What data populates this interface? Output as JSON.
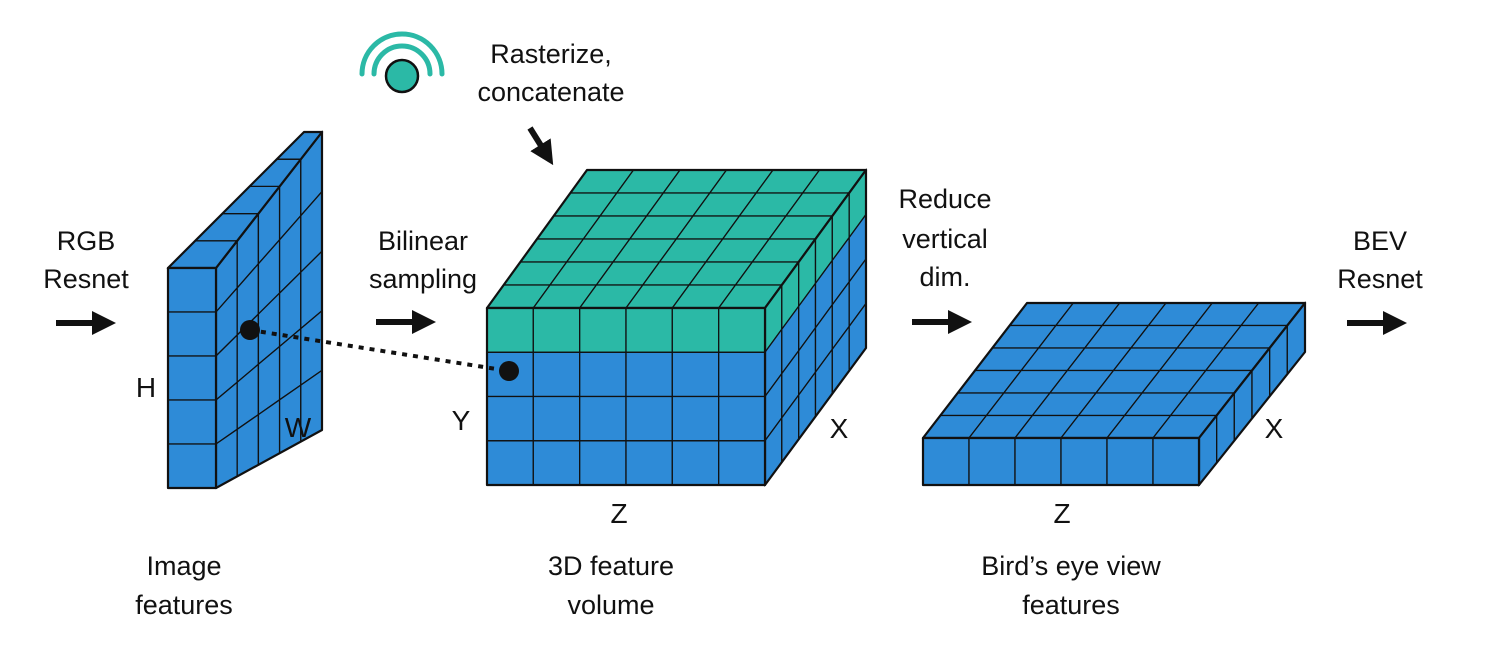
{
  "labels": {
    "rgb_resnet": [
      "RGB",
      "Resnet"
    ],
    "bilinear_sampling": [
      "Bilinear",
      "sampling"
    ],
    "rasterize": [
      "Rasterize,",
      "concatenate"
    ],
    "reduce_vertical": [
      "Reduce",
      "vertical",
      "dim."
    ],
    "bev_resnet": [
      "BEV",
      "Resnet"
    ],
    "image_features": [
      "Image",
      "features"
    ],
    "feature_volume": [
      "3D feature",
      "volume"
    ],
    "bev_features": [
      "Bird’s eye view",
      "features"
    ]
  },
  "axes": {
    "h": "H",
    "w": "W",
    "y": "Y",
    "z1": "Z",
    "x1": "X",
    "z2": "Z",
    "x2": "X"
  },
  "colors": {
    "feature_blue": "#2e8bd7",
    "feature_teal": "#2bb9a6",
    "outline": "#111111"
  }
}
